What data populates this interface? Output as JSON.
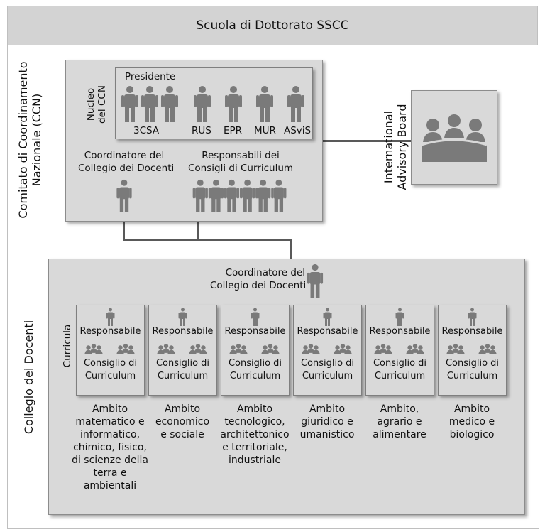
{
  "header": {
    "title": "Scuola di Dottorato SSCC"
  },
  "ccn": {
    "side_label_line1": "Comitato di Coordinamento",
    "side_label_line2": "Nazionale (CCN)",
    "nucleo_line1": "Nucleo",
    "nucleo_line2": "del CCN",
    "presidente": "Presidente",
    "members": [
      "3CSA",
      "RUS",
      "EPR",
      "MUR",
      "ASviS"
    ],
    "coordinatore_line1": "Coordinatore del",
    "coordinatore_line2": "Collegio dei Docenti",
    "responsabili_line1": "Responsabili dei",
    "responsabili_line2": "Consigli di Curriculum"
  },
  "advisory": {
    "line1": "International",
    "line2": "Advisory Board"
  },
  "collegio": {
    "side_label": "Collegio dei Docenti",
    "curricula_label": "Curricula",
    "coordinatore_line1": "Coordinatore del",
    "coordinatore_line2": "Collegio dei Docenti",
    "curricula": [
      {
        "responsabile": "Responsabile",
        "consiglio1": "Consiglio di",
        "consiglio2": "Curriculum",
        "ambito": [
          "Ambito",
          "matematico e",
          "informatico,",
          "chimico, fisico,",
          "di scienze della",
          "terra e",
          "ambientali"
        ]
      },
      {
        "responsabile": "Responsabile",
        "consiglio1": "Consiglio di",
        "consiglio2": "Curriculum",
        "ambito": [
          "Ambito",
          "economico",
          "e sociale"
        ]
      },
      {
        "responsabile": "Responsabile",
        "consiglio1": "Consiglio di",
        "consiglio2": "Curriculum",
        "ambito": [
          "Ambito",
          "tecnologico,",
          "architettonico",
          "e territoriale,",
          "industriale"
        ]
      },
      {
        "responsabile": "Responsabile",
        "consiglio1": "Consiglio di",
        "consiglio2": "Curriculum",
        "ambito": [
          "Ambito",
          "giuridico e",
          "umanistico"
        ]
      },
      {
        "responsabile": "Responsabile",
        "consiglio1": "Consiglio di",
        "consiglio2": "Curriculum",
        "ambito": [
          "Ambito,",
          "agrario e",
          "alimentare"
        ]
      },
      {
        "responsabile": "Responsabile",
        "consiglio1": "Consiglio di",
        "consiglio2": "Curriculum",
        "ambito": [
          "Ambito",
          "medico e",
          "biologico"
        ]
      }
    ]
  },
  "colors": {
    "figure": "#7a7a7a",
    "box": "#d9d9d9",
    "header": "#d3d3d3",
    "line": "#595959"
  }
}
